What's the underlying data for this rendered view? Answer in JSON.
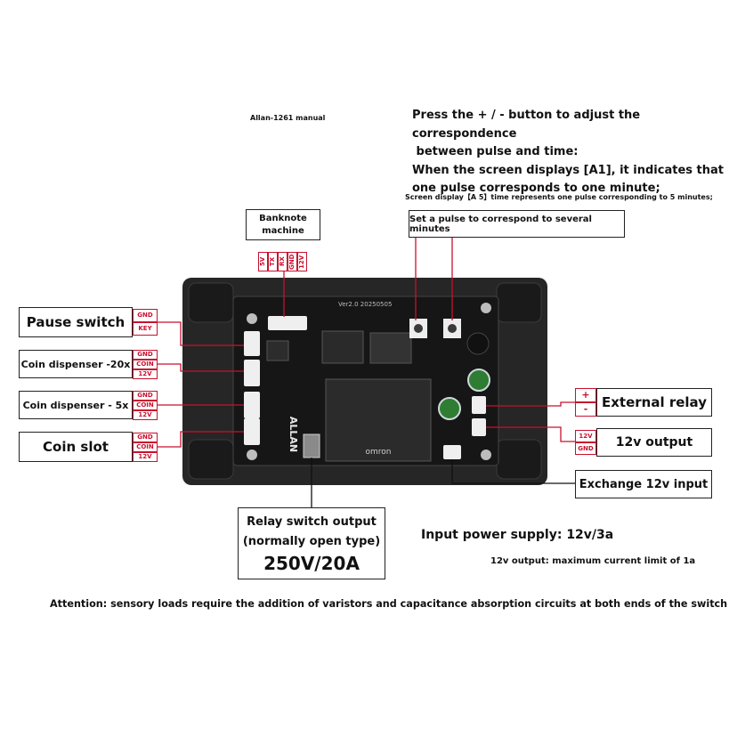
{
  "manual_title": "Allan-1261 manual",
  "instructions": {
    "line1": "Press the + / -  button to adjust the correspondence",
    "line2": " between pulse and time:",
    "line3": "When the screen displays [A1], it indicates that",
    "line4": "one pulse corresponds to one minute;",
    "screen_display_note": "Screen display【A  5】time represents one pulse corresponding to 5 minutes;",
    "set_pulse_box": "Set a pulse to correspond to several minutes"
  },
  "banknote": {
    "label_line1": "Banknote",
    "label_line2": "machine",
    "pins": [
      "5V",
      "TX",
      "RX",
      "GND",
      "12V"
    ]
  },
  "left_ports": [
    {
      "label": "Pause switch",
      "pins": [
        "GND",
        "KEY"
      ]
    },
    {
      "label": "Coin dispenser -20x",
      "pins": [
        "GND",
        "COIN",
        "12V"
      ]
    },
    {
      "label": "Coin dispenser - 5x",
      "pins": [
        "GND",
        "COIN",
        "12V"
      ]
    },
    {
      "label": "Coin slot",
      "pins": [
        "GND",
        "COIN",
        "12V"
      ]
    }
  ],
  "right_ports": {
    "external_relay": {
      "label": "External relay",
      "pins": [
        "+",
        "-"
      ]
    },
    "output_12v": {
      "label": "12v output",
      "pins": [
        "12V",
        "GND"
      ]
    },
    "exchange_input": {
      "label": "Exchange 12v input"
    }
  },
  "relay_box": {
    "line1": "Relay switch output",
    "line2": "(normally open type)",
    "line3": "250V/20A"
  },
  "board": {
    "brand": "ALLAN",
    "version": "Ver2.0 20250505",
    "relay_marking": "omron"
  },
  "power": {
    "input": "Input power supply: 12v/3a",
    "output_limit": "12v output: maximum current limit of 1a"
  },
  "attention": "Attention: sensory loads require the addition of varistors and capacitance absorption circuits at both ends of the switch",
  "colors": {
    "accent_red": "#c8102e",
    "board": "#1f1f1f",
    "case": "#262626"
  }
}
